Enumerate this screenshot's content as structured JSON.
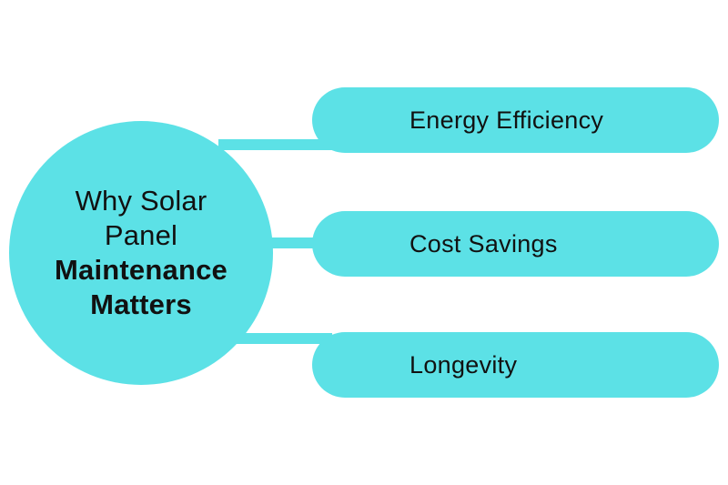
{
  "hub": {
    "line1": "Why Solar",
    "line2": "Panel",
    "line3": "Maintenance",
    "line4": "Matters"
  },
  "branches": [
    {
      "label": "Energy Efficiency"
    },
    {
      "label": "Cost Savings"
    },
    {
      "label": "Longevity"
    }
  ],
  "colors": {
    "accent": "#5ce1e6",
    "text": "#111111",
    "background": "#ffffff"
  }
}
